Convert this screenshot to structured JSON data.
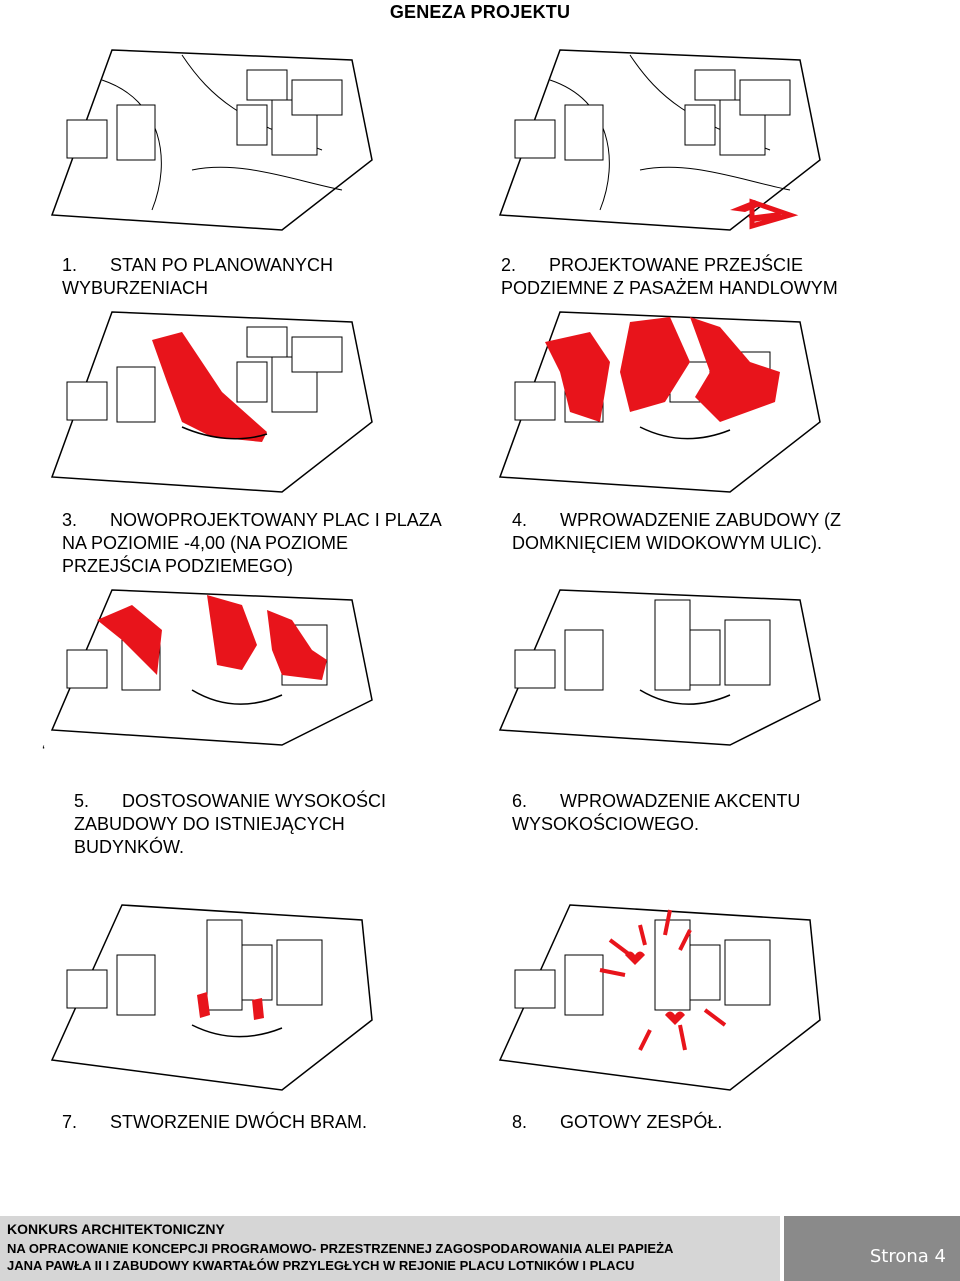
{
  "title": "GENEZA PROJEKTU",
  "stray_mark": "‘",
  "panels": [
    {
      "num": "1.",
      "lines": [
        "STAN PO PLANOWANYCH",
        "WYBURZENIACH"
      ]
    },
    {
      "num": "2.",
      "lines": [
        "PROJEKTOWANE PRZEJŚCIE",
        "PODZIEMNE Z PASAŻEM HANDLOWYM"
      ]
    },
    {
      "num": "3.",
      "lines": [
        "NOWOPROJEKTOWANY PLAC I PLAZA",
        "NA POZIOMIE -4,00 (NA POZIOME",
        "PRZEJŚCIA PODZIEMEGO)"
      ]
    },
    {
      "num": "4.",
      "lines": [
        "WPROWADZENIE ZABUDOWY (Z",
        "DOMKNIĘCIEM WIDOKOWYM ULIC)."
      ]
    },
    {
      "num": "5.",
      "lines": [
        "DOSTOSOWANIE WYSOKOŚCI",
        "ZABUDOWY DO ISTNIEJĄCYCH",
        "BUDYNKÓW."
      ]
    },
    {
      "num": "6.",
      "lines": [
        "WPROWADZENIE AKCENTU",
        "WYSOKOŚCIOWEGO."
      ]
    },
    {
      "num": "7.",
      "lines": [
        "STWORZENIE DWÓCH BRAM."
      ]
    },
    {
      "num": "8.",
      "lines": [
        "GOTOWY ZESPÓŁ."
      ]
    }
  ],
  "footer": {
    "line1": "KONKURS ARCHITEKTONICZNY",
    "line2": "NA OPRACOWANIE KONCEPCJI PROGRAMOWO- PRZESTRZENNEJ ZAGOSPODAROWANIA ALEI PAPIEŻA",
    "line3": "JANA PAWŁA II I ZABUDOWY KWARTAŁÓW PRZYLEGŁYCH W REJONIE PLACU LOTNIKÓW I PLACU",
    "page": "Strona 4"
  },
  "colors": {
    "accent": "#e8141b",
    "footer_left": "#d6d6d6",
    "footer_right": "#8a8a8a"
  }
}
